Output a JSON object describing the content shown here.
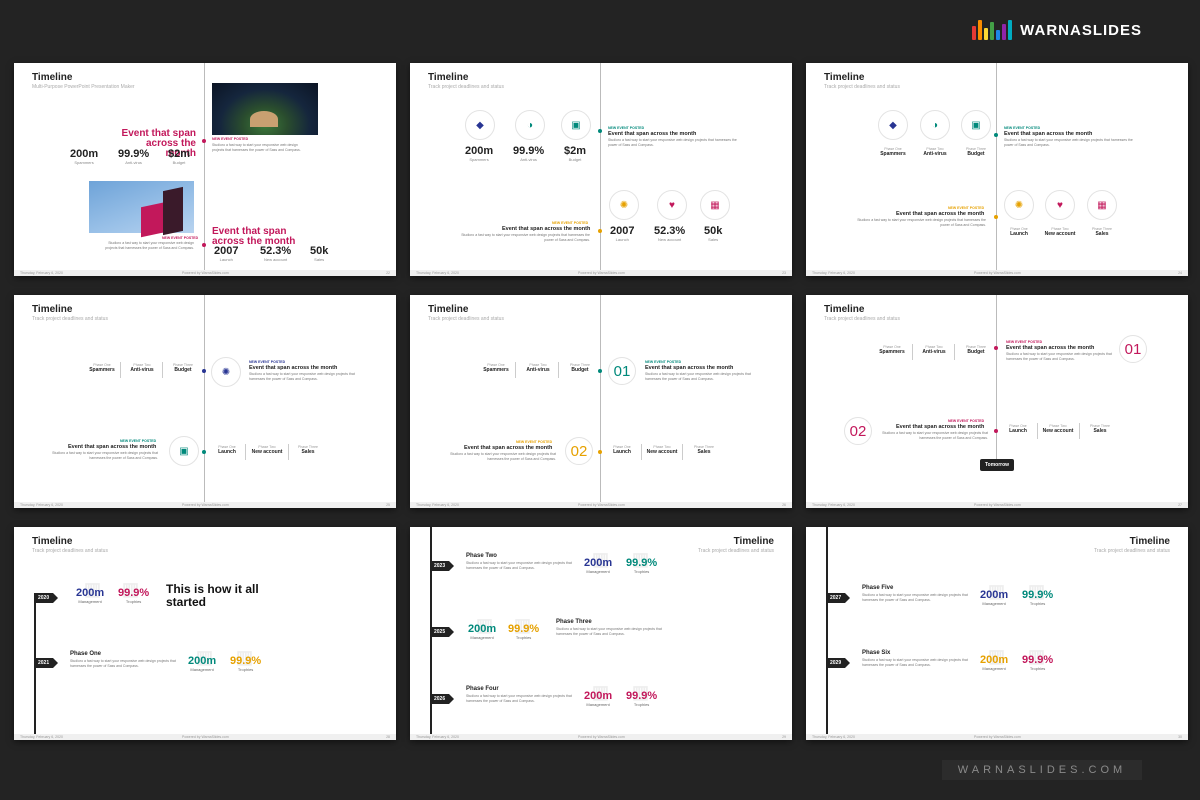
{
  "brand": {
    "name": "WARNASLIDES",
    "bar_colors": [
      "#e53935",
      "#fb8c00",
      "#fdd835",
      "#43a047",
      "#1e88e5",
      "#8e24aa",
      "#00acc1"
    ]
  },
  "footer_url": "WARNASLIDES.COM",
  "colors": {
    "magenta": "#c2185b",
    "teal": "#00897b",
    "navy": "#283593",
    "gold": "#e6a100",
    "red": "#c62828"
  },
  "slide_common": {
    "title": "Timeline",
    "subtitle": "Track project deadlines and status",
    "foot_left": "Thursday, February 6, 2020",
    "foot_center": "Powered by WarnaSlides.com"
  },
  "s1": {
    "subtitle": "Multi-Purpose PowerPoint Presentation Maker",
    "ev1": "Event that span across the month",
    "ev2": "Event that span across the month",
    "tag": "NEW EVENT POSTED",
    "desc": "Studioro a fast way to start your responsive web design projects that harnesses the power of Sass and Compass.",
    "top_stats": [
      {
        "v": "200m",
        "l": "Spammers"
      },
      {
        "v": "99.9%",
        "l": "Anti-virus"
      },
      {
        "v": "$2m",
        "l": "Budget"
      }
    ],
    "bot_stats": [
      {
        "v": "2007",
        "l": "Launch"
      },
      {
        "v": "52.3%",
        "l": "New account"
      },
      {
        "v": "50k",
        "l": "Sales"
      }
    ],
    "page": "22"
  },
  "s2": {
    "tag": "NEW EVENT POSTED",
    "head": "Event that span across the month",
    "desc": "Studioro a fast way to start your responsive web design projects that harnesses the power of Sass and Compass.",
    "top_stats": [
      {
        "v": "200m",
        "l": "Spammers"
      },
      {
        "v": "99.9%",
        "l": "Anti-virus"
      },
      {
        "v": "$2m",
        "l": "Budget"
      }
    ],
    "bot_stats": [
      {
        "v": "2007",
        "l": "Launch"
      },
      {
        "v": "52.3%",
        "l": "New account"
      },
      {
        "v": "50k",
        "l": "Sales"
      }
    ],
    "page": "23"
  },
  "s3": {
    "tag": "NEW EVENT POSTED",
    "head": "Event that span across the month",
    "desc": "Studioro a fast way to start your responsive web design projects that harnesses the power of Sass and Compass.",
    "top": [
      {
        "p": "Phase One",
        "v": "Spammers"
      },
      {
        "p": "Phase Two",
        "v": "Anti-virus"
      },
      {
        "p": "Phase Three",
        "v": "Budget"
      }
    ],
    "bot": [
      {
        "p": "Phase One",
        "v": "Launch"
      },
      {
        "p": "Phase Two",
        "v": "New account"
      },
      {
        "p": "Phase Three",
        "v": "Sales"
      }
    ],
    "page": "24"
  },
  "s4": {
    "tag": "NEW EVENT POSTED",
    "head": "Event that span across the month",
    "desc": "Studioro a fast way to start your responsive web design projects that harnesses the power of Sass and Compass.",
    "top": [
      {
        "p": "Phase One",
        "v": "Spammers"
      },
      {
        "p": "Phase Two",
        "v": "Anti-virus"
      },
      {
        "p": "Phase Three",
        "v": "Budget"
      }
    ],
    "bot": [
      {
        "p": "Phase One",
        "v": "Launch"
      },
      {
        "p": "Phase Two",
        "v": "New account"
      },
      {
        "p": "Phase Three",
        "v": "Sales"
      }
    ],
    "page": "25"
  },
  "s5": {
    "tag": "NEW EVENT POSTED",
    "head": "Event that span across the month",
    "desc": "Studioro a fast way to start your responsive web design projects that harnesses the power of Sass and Compass.",
    "n1": "01",
    "n2": "02",
    "top": [
      {
        "p": "Phase One",
        "v": "Spammers"
      },
      {
        "p": "Phase Two",
        "v": "Anti-virus"
      },
      {
        "p": "Phase Three",
        "v": "Budget"
      }
    ],
    "bot": [
      {
        "p": "Phase One",
        "v": "Launch"
      },
      {
        "p": "Phase Two",
        "v": "New account"
      },
      {
        "p": "Phase Three",
        "v": "Sales"
      }
    ],
    "page": "26"
  },
  "s6": {
    "tag": "NEW EVENT POSTED",
    "head": "Event that span across the month",
    "desc": "Studioro a fast way to start your responsive web design projects that harnesses the power of Sass and Compass.",
    "n1": "01",
    "n2": "02",
    "tomorrow": "Tomorrow",
    "top": [
      {
        "p": "Phase One",
        "v": "Spammers"
      },
      {
        "p": "Phase Two",
        "v": "Anti-virus"
      },
      {
        "p": "Phase Three",
        "v": "Budget"
      }
    ],
    "bot": [
      {
        "p": "Phase One",
        "v": "Launch"
      },
      {
        "p": "Phase Two",
        "v": "New account"
      },
      {
        "p": "Phase Three",
        "v": "Sales"
      }
    ],
    "page": "27"
  },
  "s7": {
    "big": "This is how it all started",
    "y1": "2020",
    "y2": "2021",
    "phase": "Phase One",
    "desc": "Studioro a fast way to start your responsive web design projects that harnesses the power of Sass and Compass.",
    "m1": {
      "v": "200m",
      "l": "Management"
    },
    "t1": {
      "v": "99.9%",
      "l": "Trophies"
    },
    "m2": {
      "v": "200m",
      "l": "Management"
    },
    "t2": {
      "v": "99.9%",
      "l": "Trophies"
    },
    "page": "28"
  },
  "s8": {
    "rows": [
      {
        "year": "2023",
        "phase": "Phase Two",
        "m": {
          "v": "200m",
          "l": "Management"
        },
        "t": {
          "v": "99.9%",
          "l": "Trophies"
        }
      },
      {
        "year": "2025",
        "phase": "Phase Three",
        "m": {
          "v": "200m",
          "l": "Management"
        },
        "t": {
          "v": "99.9%",
          "l": "Trophies"
        }
      },
      {
        "year": "2026",
        "phase": "Phase Four",
        "m": {
          "v": "200m",
          "l": "Management"
        },
        "t": {
          "v": "99.9%",
          "l": "Trophies"
        }
      }
    ],
    "desc": "Studioro a fast way to start your responsive web design projects that harnesses the power of Sass and Compass.",
    "page": "29"
  },
  "s9": {
    "rows": [
      {
        "year": "2027",
        "phase": "Phase Five",
        "m": {
          "v": "200m",
          "l": "Management"
        },
        "t": {
          "v": "99.9%",
          "l": "Trophies"
        }
      },
      {
        "year": "2029",
        "phase": "Phase Six",
        "m": {
          "v": "200m",
          "l": "Management"
        },
        "t": {
          "v": "99.9%",
          "l": "Trophies"
        }
      }
    ],
    "desc": "Studioro a fast way to start your responsive web design projects that harnesses the power of Sass and Compass.",
    "page": "30"
  }
}
